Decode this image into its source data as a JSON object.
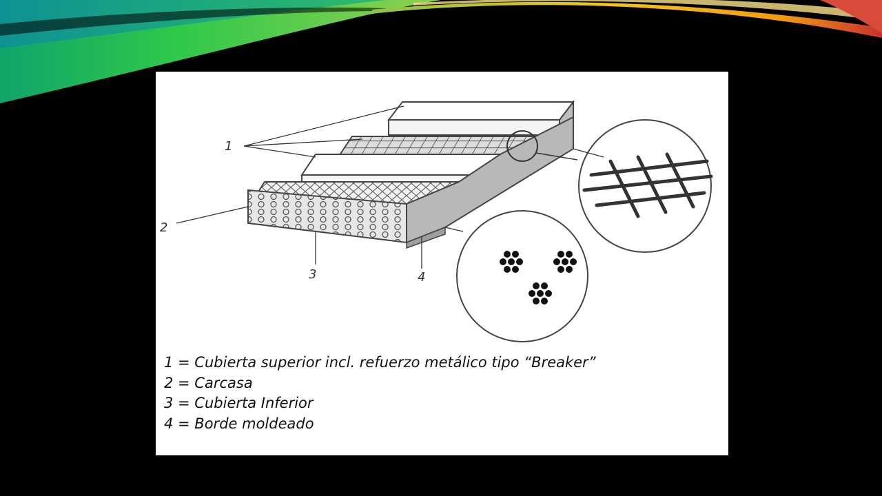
{
  "slide": {
    "theme_colors": {
      "background": "#000000",
      "ribbon_green": "#1fb84b",
      "ribbon_teal": "#14a6a0",
      "ribbon_yellow": "#f5c518",
      "ribbon_red": "#c9302c",
      "figure_background": "#ffffff"
    }
  },
  "diagram": {
    "callouts": {
      "c1": "1",
      "c2": "2",
      "c3": "3",
      "c4": "4"
    }
  },
  "legend": {
    "items": [
      "1 = Cubierta superior incl. refuerzo metálico tipo “Breaker”",
      "2 = Carcasa",
      "3 = Cubierta Inferior",
      "4 = Borde moldeado"
    ]
  }
}
